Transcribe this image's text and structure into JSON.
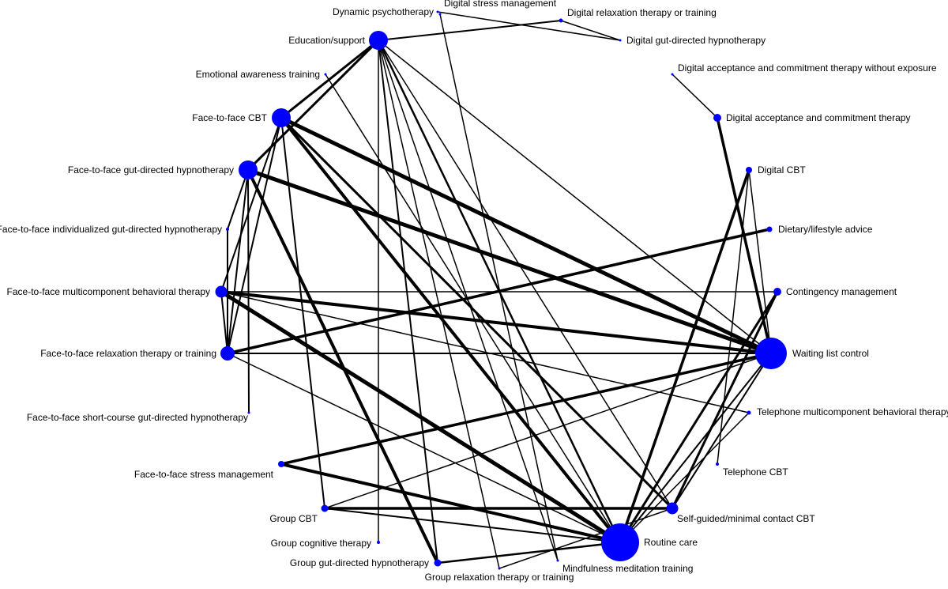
{
  "colors": {
    "node": "#0000ff",
    "edge": "#000000",
    "label": "#000000",
    "background": "#ffffff"
  },
  "nodes": [
    {
      "id": "dyn",
      "label": "Dynamic psychotherapy"
    },
    {
      "id": "dsm",
      "label": "Digital stress management"
    },
    {
      "id": "drt",
      "label": "Digital relaxation therapy or training"
    },
    {
      "id": "dgh",
      "label": "Digital gut-directed hypnotherapy"
    },
    {
      "id": "dact_ne",
      "label": "Digital acceptance and commitment therapy without exposure"
    },
    {
      "id": "dact",
      "label": "Digital acceptance and commitment therapy"
    },
    {
      "id": "dcbt",
      "label": "Digital CBT"
    },
    {
      "id": "dla",
      "label": "Dietary/lifestyle advice"
    },
    {
      "id": "cm",
      "label": "Contingency management"
    },
    {
      "id": "wlc",
      "label": "Waiting list control"
    },
    {
      "id": "tmbt",
      "label": "Telephone multicomponent behavioral therapy"
    },
    {
      "id": "tcbt",
      "label": "Telephone CBT"
    },
    {
      "id": "sgcbt",
      "label": "Self-guided/minimal contact CBT"
    },
    {
      "id": "rc",
      "label": "Routine care"
    },
    {
      "id": "mmt",
      "label": "Mindfulness meditation training"
    },
    {
      "id": "grt",
      "label": "Group relaxation therapy or training"
    },
    {
      "id": "ggdh",
      "label": "Group gut-directed hypnotherapy"
    },
    {
      "id": "gct",
      "label": "Group cognitive therapy"
    },
    {
      "id": "gcbt",
      "label": "Group CBT"
    },
    {
      "id": "ftfsm",
      "label": "Face-to-face stress management"
    },
    {
      "id": "ftfscgdh",
      "label": "Face-to-face short-course gut-directed hypnotherapy"
    },
    {
      "id": "ftfrt",
      "label": "Face-to-face relaxation therapy or training"
    },
    {
      "id": "ftfmbt",
      "label": "Face-to-face multicomponent behavioral therapy"
    },
    {
      "id": "ftfigdh",
      "label": "Face-to-face individualized gut-directed hypnotherapy"
    },
    {
      "id": "ftfgdh",
      "label": "Face-to-face gut-directed hypnotherapy"
    },
    {
      "id": "ftfcbt",
      "label": "Face-to-face CBT"
    },
    {
      "id": "eat",
      "label": "Emotional awareness training"
    },
    {
      "id": "edu",
      "label": "Education/support"
    }
  ],
  "edges": [
    {
      "from": "edu",
      "to": "drt",
      "weight": 2
    },
    {
      "from": "edu",
      "to": "ftfcbt",
      "weight": 3
    },
    {
      "from": "edu",
      "to": "ftfgdh",
      "weight": 3
    },
    {
      "from": "edu",
      "to": "wlc",
      "weight": 1.5
    },
    {
      "from": "edu",
      "to": "gct",
      "weight": 1.5
    },
    {
      "from": "edu",
      "to": "ggdh",
      "weight": 2
    },
    {
      "from": "edu",
      "to": "grt",
      "weight": 1.5
    },
    {
      "from": "edu",
      "to": "mmt",
      "weight": 1.5
    },
    {
      "from": "edu",
      "to": "sgcbt",
      "weight": 1.5
    },
    {
      "from": "edu",
      "to": "rc",
      "weight": 2.5
    },
    {
      "from": "dsm",
      "to": "mmt",
      "weight": 1.5
    },
    {
      "from": "dyn",
      "to": "dgh",
      "weight": 1.5
    },
    {
      "from": "drt",
      "to": "dgh",
      "weight": 1.5
    },
    {
      "from": "dact_ne",
      "to": "dact",
      "weight": 1.5
    },
    {
      "from": "dact",
      "to": "wlc",
      "weight": 3.5
    },
    {
      "from": "dcbt",
      "to": "wlc",
      "weight": 1.5
    },
    {
      "from": "dcbt",
      "to": "rc",
      "weight": 3.5
    },
    {
      "from": "dcbt",
      "to": "tcbt",
      "weight": 1.5
    },
    {
      "from": "dla",
      "to": "ftfrt",
      "weight": 3.5
    },
    {
      "from": "cm",
      "to": "ftfmbt",
      "weight": 1.5
    },
    {
      "from": "cm",
      "to": "rc",
      "weight": 3
    },
    {
      "from": "eat",
      "to": "rc",
      "weight": 1.5
    },
    {
      "from": "ftfcbt",
      "to": "wlc",
      "weight": 5
    },
    {
      "from": "ftfcbt",
      "to": "rc",
      "weight": 4
    },
    {
      "from": "ftfcbt",
      "to": "sgcbt",
      "weight": 3
    },
    {
      "from": "ftfcbt",
      "to": "ftfrt",
      "weight": 2
    },
    {
      "from": "ftfcbt",
      "to": "gcbt",
      "weight": 2
    },
    {
      "from": "ftfcbt",
      "to": "ftfmbt",
      "weight": 2
    },
    {
      "from": "ftfgdh",
      "to": "wlc",
      "weight": 5
    },
    {
      "from": "ftfgdh",
      "to": "ggdh",
      "weight": 4
    },
    {
      "from": "ftfgdh",
      "to": "ftfigdh",
      "weight": 2
    },
    {
      "from": "ftfgdh",
      "to": "ftfscgdh",
      "weight": 2
    },
    {
      "from": "ftfgdh",
      "to": "ftfrt",
      "weight": 2
    },
    {
      "from": "ftfigdh",
      "to": "ftfrt",
      "weight": 2
    },
    {
      "from": "ftfmbt",
      "to": "wlc",
      "weight": 4
    },
    {
      "from": "ftfmbt",
      "to": "ftfrt",
      "weight": 2
    },
    {
      "from": "ftfmbt",
      "to": "tmbt",
      "weight": 1.5
    },
    {
      "from": "ftfmbt",
      "to": "rc",
      "weight": 5
    },
    {
      "from": "ftfrt",
      "to": "wlc",
      "weight": 2
    },
    {
      "from": "ftfrt",
      "to": "rc",
      "weight": 1.5
    },
    {
      "from": "ftfsm",
      "to": "wlc",
      "weight": 3.5
    },
    {
      "from": "ftfsm",
      "to": "rc",
      "weight": 4
    },
    {
      "from": "gcbt",
      "to": "wlc",
      "weight": 1.5
    },
    {
      "from": "gcbt",
      "to": "rc",
      "weight": 2
    },
    {
      "from": "gcbt",
      "to": "sgcbt",
      "weight": 3.5
    },
    {
      "from": "ggdh",
      "to": "rc",
      "weight": 2.5
    },
    {
      "from": "grt",
      "to": "sgcbt",
      "weight": 1.5
    },
    {
      "from": "sgcbt",
      "to": "wlc",
      "weight": 2
    },
    {
      "from": "sgcbt",
      "to": "cm",
      "weight": 3
    },
    {
      "from": "tmbt",
      "to": "rc",
      "weight": 1.5
    },
    {
      "from": "rc",
      "to": "wlc",
      "weight": 2
    }
  ]
}
